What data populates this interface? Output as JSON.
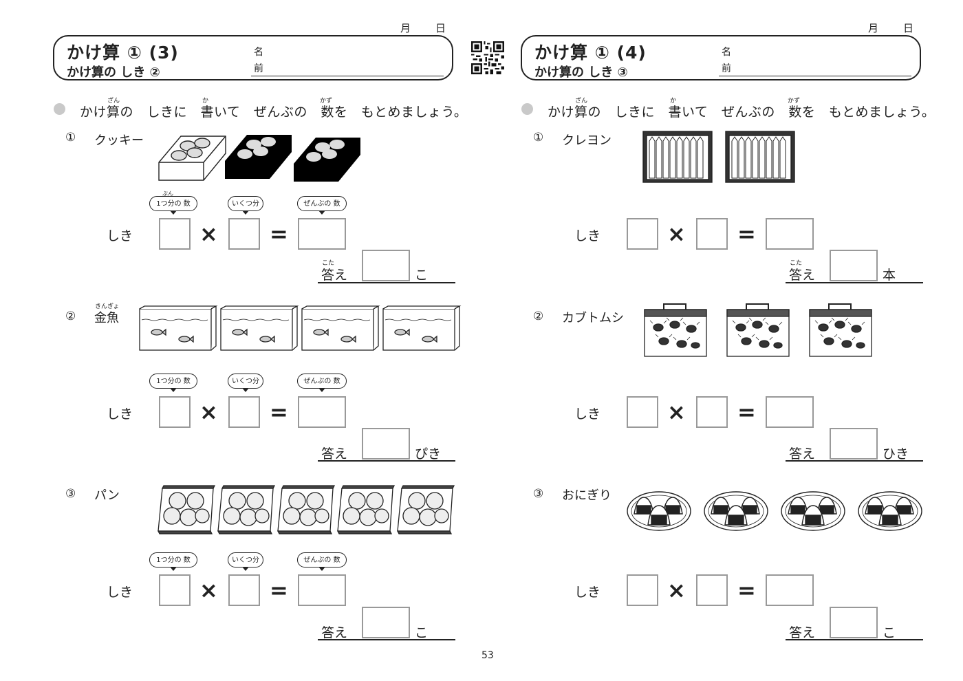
{
  "date_labels": {
    "month": "月",
    "day": "日"
  },
  "name_label": {
    "top": "名",
    "bottom": "前"
  },
  "page_number": "53",
  "qr_icon": "qr-code-icon",
  "left": {
    "title": "かけ算 ① (3)",
    "subtitle": "かけ算の しき ②",
    "instruction": "かけ算の　しきに　書いて　ぜんぶの　数を　もとめましょう。",
    "ruby": {
      "zan": "ざん",
      "ka": "か",
      "kazu": "かず"
    },
    "problems": [
      {
        "num": "①",
        "name": "クッキー",
        "name_ruby": "",
        "shiki": "しき",
        "answer_label": "答え",
        "answer_ruby": "こた",
        "unit": "こ",
        "bubbles": {
          "per": "1つ分の 数",
          "per_ruby": "ぶん",
          "count": "いくつ分",
          "total": "ぜんぶの 数"
        }
      },
      {
        "num": "②",
        "name": "金魚",
        "name_ruby": "きんぎょ",
        "shiki": "しき",
        "answer_label": "答え",
        "unit": "ぴき",
        "bubbles": {
          "per": "1つ分の 数",
          "count": "いくつ分",
          "total": "ぜんぶの 数"
        }
      },
      {
        "num": "③",
        "name": "パン",
        "shiki": "しき",
        "answer_label": "答え",
        "unit": "こ",
        "bubbles": {
          "per": "1つ分の 数",
          "count": "いくつ分",
          "total": "ぜんぶの 数"
        }
      }
    ]
  },
  "right": {
    "title": "かけ算 ① (4)",
    "subtitle": "かけ算の しき ③",
    "instruction": "かけ算の　しきに　書いて　ぜんぶの　数を　もとめましょう。",
    "ruby": {
      "zan": "ざん",
      "ka": "か",
      "kazu": "かず"
    },
    "problems": [
      {
        "num": "①",
        "name": "クレヨン",
        "shiki": "しき",
        "answer_label": "答え",
        "answer_ruby": "こた",
        "unit": "本"
      },
      {
        "num": "②",
        "name": "カブトムシ",
        "shiki": "しき",
        "answer_label": "答え",
        "unit": "ひき"
      },
      {
        "num": "③",
        "name": "おにぎり",
        "shiki": "しき",
        "answer_label": "答え",
        "unit": "こ"
      }
    ]
  },
  "operators": {
    "times": "×",
    "equals": "="
  },
  "illustrations": {
    "cookie_boxes": 3,
    "fish_tanks": 4,
    "bread_bags": 5,
    "crayon_boxes": 2,
    "beetle_cages": 3,
    "onigiri_plates": 4
  }
}
